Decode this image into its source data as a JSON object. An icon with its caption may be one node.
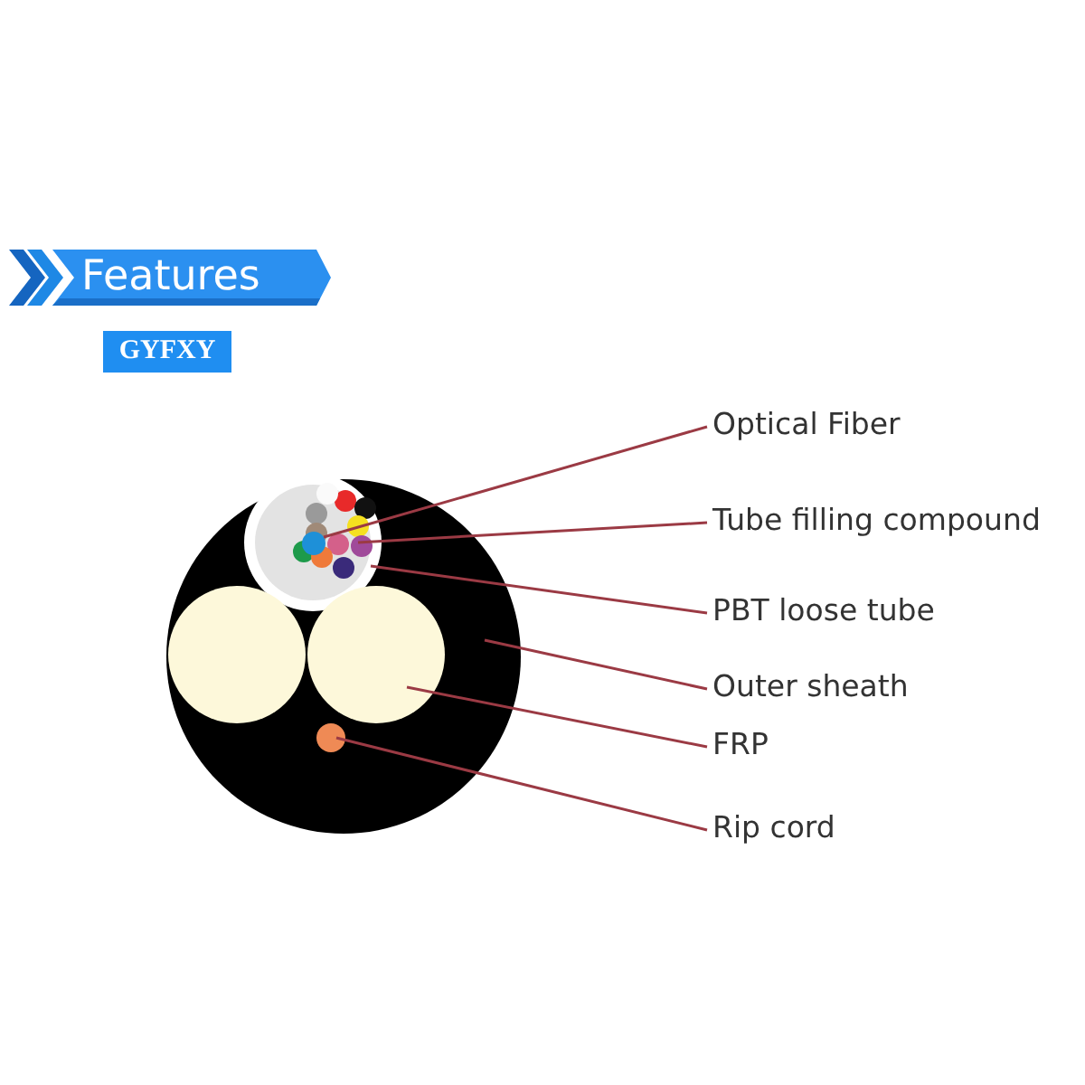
{
  "diagram": {
    "nodes": [
      {
        "text": [
          "Features"
        ]
      },
      {
        "text": [
          "GYFXY"
        ]
      },
      {
        "text": [
          "Optical Fiber"
        ]
      },
      {
        "text": [
          "Tube filling compound"
        ]
      },
      {
        "text": [
          "PBT loose tube"
        ]
      },
      {
        "text": [
          "Outer sheath"
        ]
      },
      {
        "text": [
          "FRP"
        ]
      },
      {
        "text": [
          "Rip cord"
        ]
      },
      {
        "text": [],
        "shape": "circle"
      },
      {
        "text": [],
        "shape": "circle",
        "in": 8
      },
      {
        "text": [],
        "shape": "circle",
        "in": 9
      },
      {
        "text": [],
        "shape": "circle",
        "in": 10
      },
      {
        "text": [],
        "shape": "circle",
        "in": 8
      },
      {
        "text": [],
        "shape": "circle",
        "in": 8
      },
      {
        "text": [],
        "shape": "circle",
        "in": 8
      }
    ],
    "edges": [
      {
        "from": 2,
        "to": 11,
        "arrow": "none"
      },
      {
        "from": 3,
        "to": 10,
        "arrow": "none"
      },
      {
        "from": 4,
        "to": 9,
        "arrow": "none"
      },
      {
        "from": 5,
        "to": 8,
        "arrow": "none"
      },
      {
        "from": 6,
        "to": 13,
        "arrow": "none"
      },
      {
        "from": 7,
        "to": 14,
        "arrow": "none"
      }
    ]
  }
}
